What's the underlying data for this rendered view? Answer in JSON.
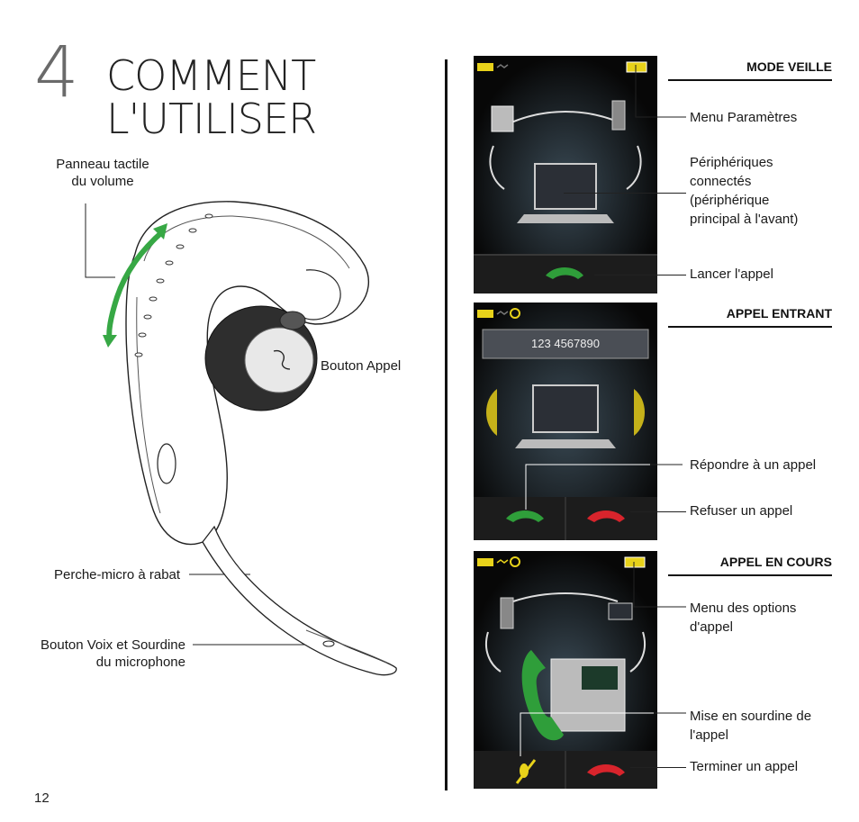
{
  "title": {
    "number": "4",
    "line1": "COMMENT",
    "line2": "L'UTILISER"
  },
  "left_labels": {
    "volume_line1": "Panneau tactile",
    "volume_line2": "du volume",
    "call_button": "Bouton Appel",
    "boom": "Perche-micro à rabat",
    "voice_line1": "Bouton Voix et Sourdine",
    "voice_line2": "du microphone"
  },
  "standby": {
    "header": "MODE VEILLE",
    "menu": "Menu Paramètres",
    "devices_line1": "Périphériques",
    "devices_line2": "connectés",
    "devices_line3": "(périphérique",
    "devices_line4": "principal à l'avant)",
    "start_call": "Lancer l'appel"
  },
  "incoming": {
    "header": "APPEL ENTRANT",
    "number": "123 4567890",
    "answer": "Répondre à un appel",
    "reject": "Refuser un appel"
  },
  "ongoing": {
    "header": "APPEL EN COURS",
    "options_line1": "Menu des options",
    "options_line2": "d'appel",
    "mute_line1": "Mise en sourdine de",
    "mute_line2": "l'appel",
    "end_call": "Terminer un appel"
  },
  "page_number": "12",
  "colors": {
    "battery": "#e8d21a",
    "green": "#2f9e3a",
    "red": "#d8242c",
    "arrow_green": "#37a845"
  }
}
